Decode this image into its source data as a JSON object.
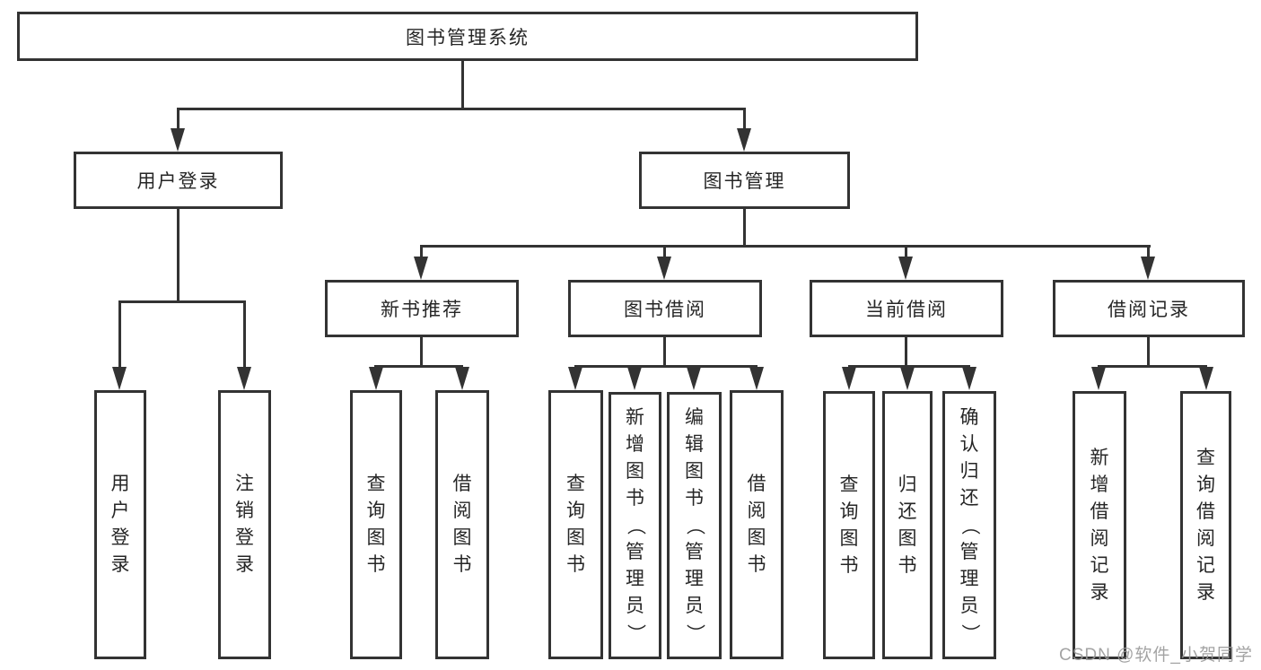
{
  "diagram_title": "图书管理系统",
  "nodes": {
    "root": "图书管理系统",
    "user_login": "用户登录",
    "book_mgmt": "图书管理",
    "new_book_rec": "新书推荐",
    "book_borrow": "图书借阅",
    "current_borrow": "当前借阅",
    "borrow_records": "借阅记录",
    "leaf_user_login": "用户登录",
    "leaf_logout": "注销登录",
    "leaf_query_books_1": "查询图书",
    "leaf_borrow_books_1": "借阅图书",
    "leaf_query_books_2": "查询图书",
    "leaf_add_books_admin": "新增图书（管理员）",
    "leaf_edit_books_admin": "编辑图书（管理员）",
    "leaf_borrow_books_2": "借阅图书",
    "leaf_query_books_3": "查询图书",
    "leaf_return_books": "归还图书",
    "leaf_confirm_return_admin": "确认归还（管理员）",
    "leaf_add_borrow_record": "新增借阅记录",
    "leaf_query_borrow_record": "查询借阅记录"
  },
  "tree": {
    "label": "图书管理系统",
    "children": [
      {
        "label": "用户登录",
        "children": [
          {
            "label": "用户登录"
          },
          {
            "label": "注销登录"
          }
        ]
      },
      {
        "label": "图书管理",
        "children": [
          {
            "label": "新书推荐",
            "children": [
              {
                "label": "查询图书"
              },
              {
                "label": "借阅图书"
              }
            ]
          },
          {
            "label": "图书借阅",
            "children": [
              {
                "label": "查询图书"
              },
              {
                "label": "新增图书（管理员）"
              },
              {
                "label": "编辑图书（管理员）"
              },
              {
                "label": "借阅图书"
              }
            ]
          },
          {
            "label": "当前借阅",
            "children": [
              {
                "label": "查询图书"
              },
              {
                "label": "归还图书"
              },
              {
                "label": "确认归还（管理员）"
              }
            ]
          },
          {
            "label": "借阅记录",
            "children": [
              {
                "label": "新增借阅记录"
              },
              {
                "label": "查询借阅记录"
              }
            ]
          }
        ]
      }
    ]
  },
  "watermark": "CSDN @软件_小贺同学",
  "colors": {
    "line": "#333333",
    "text": "#262626",
    "box_background": "#ffffff",
    "watermark": "#9a9a9a"
  }
}
